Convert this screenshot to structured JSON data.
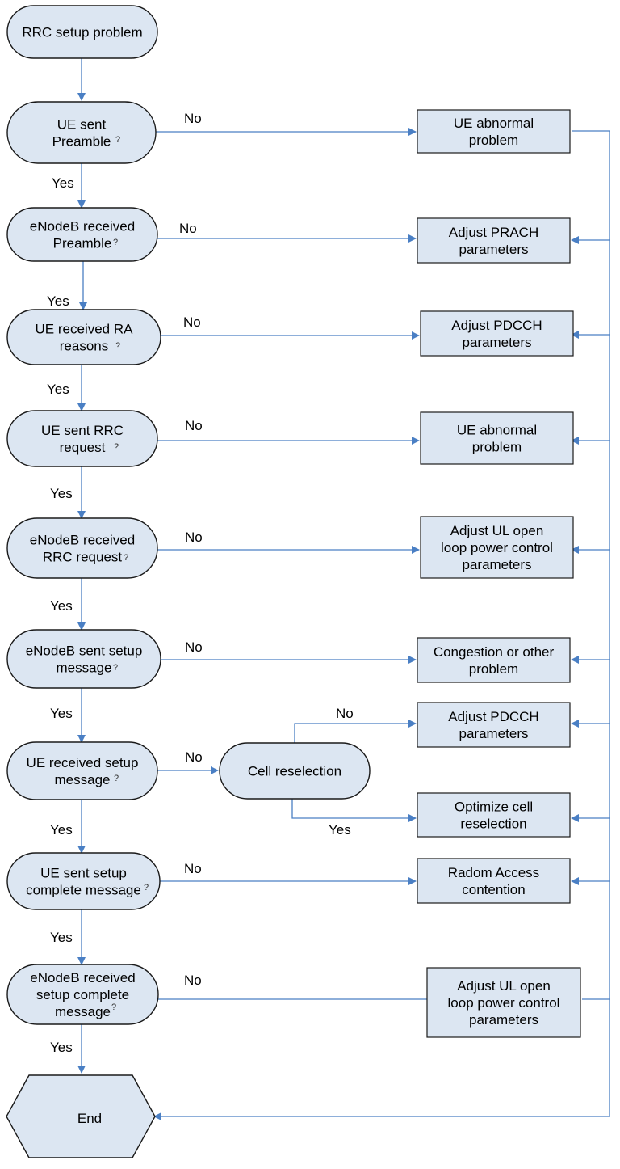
{
  "colors": {
    "fill": "#dce6f2",
    "stroke": "#1a1a1a",
    "line": "#4a7fc4"
  },
  "decisions": {
    "start": "RRC setup problem",
    "d1": [
      "UE sent",
      "Preamble"
    ],
    "d2": [
      "eNodeB received",
      "Preamble"
    ],
    "d3": [
      "UE received RA",
      "reasons"
    ],
    "d4": [
      "UE sent RRC",
      "request"
    ],
    "d5": [
      "eNodeB received",
      "RRC request"
    ],
    "d6": [
      "eNodeB sent setup",
      "message"
    ],
    "d7": [
      "UE received setup",
      "message"
    ],
    "d8": [
      "UE sent setup",
      "complete message"
    ],
    "d9": [
      "eNodeB received",
      "setup complete",
      "message"
    ],
    "cell": "Cell reselection",
    "end": "End"
  },
  "actions": {
    "a1": [
      "UE abnormal",
      "problem"
    ],
    "a2": [
      "Adjust PRACH",
      "parameters"
    ],
    "a3": [
      "Adjust PDCCH",
      "parameters"
    ],
    "a4": [
      "UE abnormal",
      "problem"
    ],
    "a5": [
      "Adjust UL open",
      "loop power control",
      "parameters"
    ],
    "a6": [
      "Congestion or other",
      "problem"
    ],
    "a7": [
      "Adjust PDCCH",
      "parameters"
    ],
    "a8": [
      "Optimize cell",
      "reselection"
    ],
    "a9": [
      "Radom Access",
      "contention"
    ],
    "a10": [
      "Adjust UL open",
      "loop power control",
      "parameters"
    ]
  },
  "labels": {
    "yes": "Yes",
    "no": "No"
  },
  "question_mark": "?"
}
